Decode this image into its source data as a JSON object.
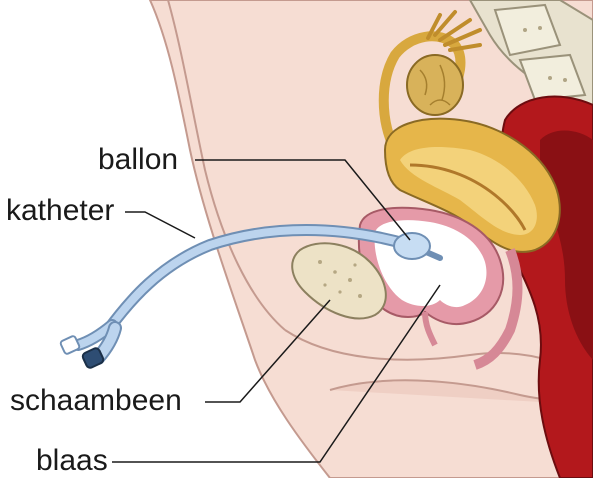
{
  "labels": {
    "balloon": "ballon",
    "catheter": "katheter",
    "pubic_bone": "schaambeen",
    "bladder": "blaas"
  },
  "colors": {
    "skin": "#f6ddd3",
    "skin_outline": "#c49a8f",
    "bladder_wall": "#e59aa8",
    "bladder_inner": "#ffffff",
    "catheter": "#bcd4ee",
    "catheter_outline": "#6f8fb4",
    "balloon": "#c7ddf3",
    "bone": "#ede2c6",
    "uterus": "#e6b64a",
    "uterus_inner": "#f3d27a",
    "ovary": "#d8b25a",
    "rectum": "#b3181c",
    "rectum_dark": "#8a1014",
    "spine": "#e8e2cf"
  }
}
